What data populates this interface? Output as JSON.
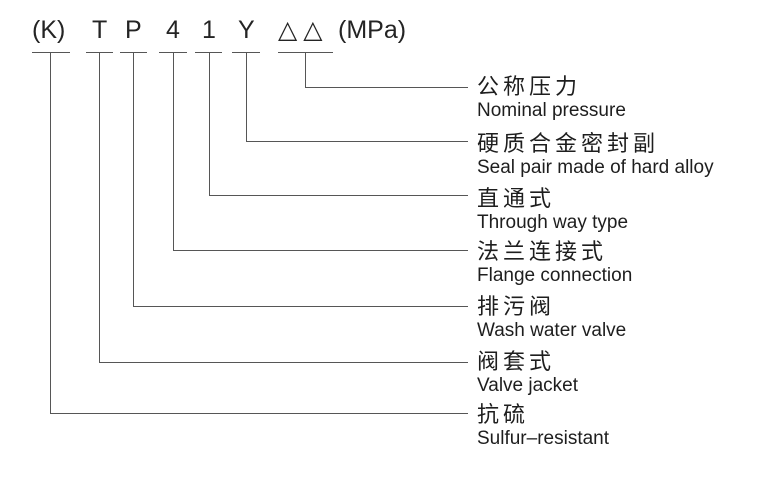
{
  "diagram": {
    "title_code": "(K) T P 4 1 Y △△(MPa)",
    "unit_suffix": "(MPa)",
    "items": [
      {
        "symbol": "(K)",
        "zh": "抗硫",
        "en": "Sulfur–resistant"
      },
      {
        "symbol": "T",
        "zh": "阀套式",
        "en": "Valve jacket"
      },
      {
        "symbol": "P",
        "zh": "排污阀",
        "en": "Wash water valve"
      },
      {
        "symbol": "4",
        "zh": "法兰连接式",
        "en": "Flange connection"
      },
      {
        "symbol": "1",
        "zh": "直通式",
        "en": "Through way type"
      },
      {
        "symbol": "Y",
        "zh": "硬质合金密封副",
        "en": "Seal pair made of hard alloy"
      },
      {
        "symbol": "△△",
        "zh": "公称压力",
        "en": "Nominal pressure"
      }
    ],
    "colors": {
      "background": "#ffffff",
      "text": "#1e1e1e",
      "line": "#565656"
    }
  }
}
